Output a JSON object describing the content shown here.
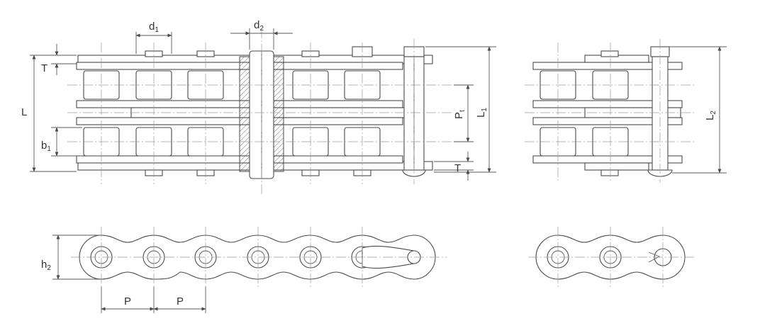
{
  "dimensions": {
    "d1": {
      "main": "d",
      "sub": "1"
    },
    "d2": {
      "main": "d",
      "sub": "2"
    },
    "T_top": "T",
    "L": "L",
    "b1": {
      "main": "b",
      "sub": "1"
    },
    "Pt": {
      "main": "P",
      "sub": "t"
    },
    "L1": {
      "main": "L",
      "sub": "1"
    },
    "T_bottom": "T",
    "L2": {
      "main": "L",
      "sub": "2"
    },
    "h2": {
      "main": "h",
      "sub": "2"
    },
    "P_left": "P",
    "P_right": "P"
  },
  "colors": {
    "line": "#4a4a4a",
    "centerline": "#9a9a9a",
    "text": "#333333"
  }
}
